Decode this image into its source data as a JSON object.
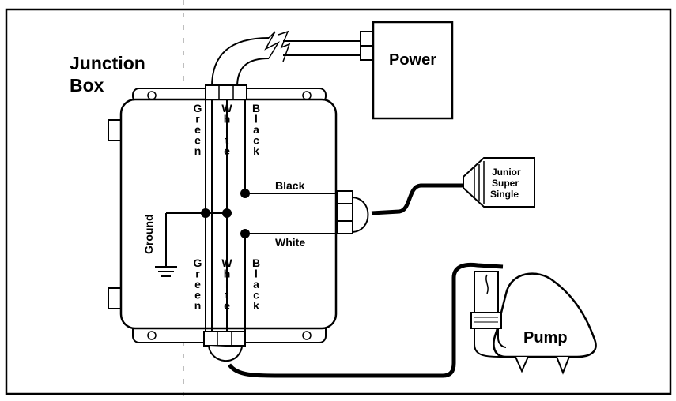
{
  "labels": {
    "junction_box_line1": "Junction",
    "junction_box_line2": "Box",
    "power": "Power",
    "ground": "Ground",
    "pump": "Pump",
    "black_wire": "Black",
    "white_wire": "White",
    "sensor_line1": "Junior",
    "sensor_line2": "Super",
    "sensor_line3": "Single"
  },
  "vertical_labels": {
    "green_top": "Green",
    "white_top": "White",
    "black_top": "Black",
    "green_bottom": "Green",
    "white_bottom": "White",
    "black_bottom": "Black"
  },
  "colors": {
    "ink": "#000000",
    "paper": "#ffffff"
  }
}
